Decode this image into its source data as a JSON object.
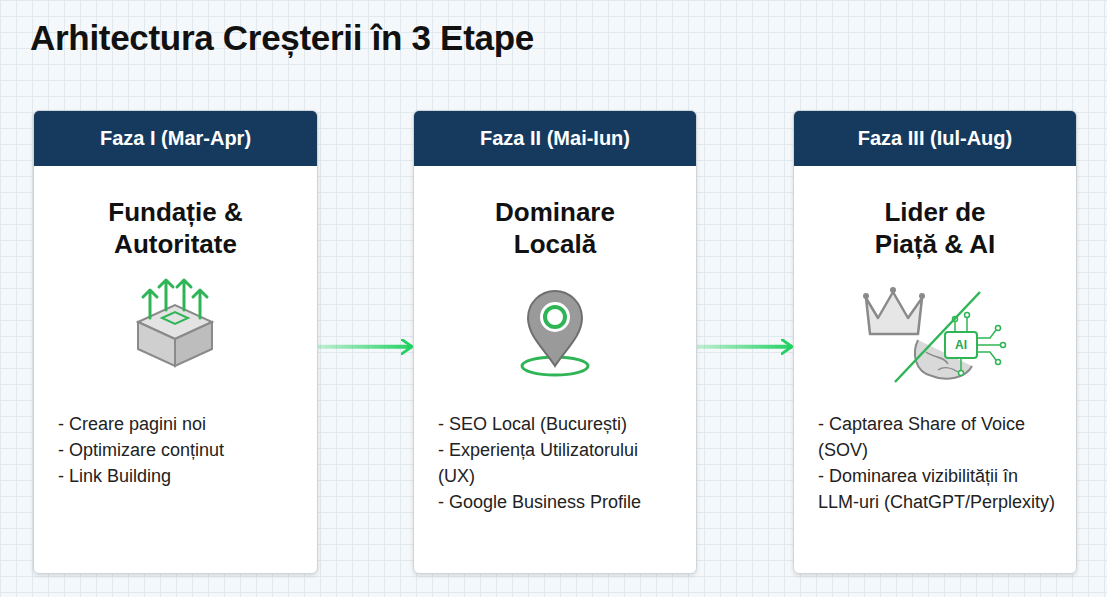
{
  "diagram": {
    "title": "Arhitectura Creșterii în 3 Etape",
    "nodes": [
      {
        "text": [
          "Faza I (Mar-Apr)",
          "Fundație & Autoritate",
          "- Creare pagini noi",
          "- Optimizare conținut",
          "- Link Building"
        ]
      },
      {
        "text": [
          "Faza II (Mai-Iun)",
          "Dominare Locală",
          "- SEO Local (București)",
          "- Experiența Utilizatorului (UX)",
          "- Google Business Profile"
        ]
      },
      {
        "text": [
          "Faza III (Iul-Aug)",
          "Lider de Piață & AI",
          "- Captarea Share of Voice (SOV)",
          "- Dominarea vizibilității în LLM-uri (ChatGPT/Perplexity)"
        ]
      }
    ],
    "edges": [
      {
        "from": 0,
        "to": 1,
        "arrow": "to"
      },
      {
        "from": 1,
        "to": 2,
        "arrow": "to"
      }
    ],
    "labels": [
      "AI"
    ]
  }
}
